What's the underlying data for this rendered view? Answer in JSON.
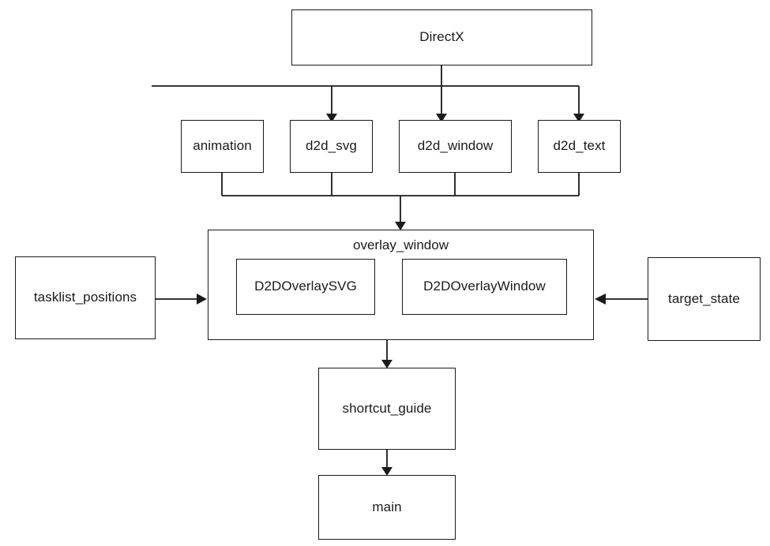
{
  "diagram": {
    "type": "flowchart",
    "title": "DirectX module dependency diagram",
    "orientation": "top-down",
    "background_color": "#ffffff",
    "line_color": "#1a1a1a",
    "text_color": "#1a1a1a",
    "nodes": {
      "directx": {
        "label": "DirectX"
      },
      "animation": {
        "label": "animation"
      },
      "d2d_svg": {
        "label": "d2d_svg"
      },
      "d2d_window": {
        "label": "d2d_window"
      },
      "d2d_text": {
        "label": "d2d_text"
      },
      "overlay_window": {
        "label": "overlay_window"
      },
      "d2d_overlay_svg": {
        "label": "D2DOverlaySVG"
      },
      "d2d_overlay_window": {
        "label": "D2DOverlayWindow"
      },
      "tasklist_positions": {
        "label": "tasklist_positions"
      },
      "target_state": {
        "label": "target_state"
      },
      "shortcut_guide": {
        "label": "shortcut_guide"
      },
      "main": {
        "label": "main"
      }
    },
    "edges": [
      {
        "from": "DirectX",
        "to": "d2d_svg",
        "arrow": "down"
      },
      {
        "from": "DirectX",
        "to": "d2d_window",
        "arrow": "down"
      },
      {
        "from": "DirectX",
        "to": "d2d_text",
        "arrow": "down"
      },
      {
        "from": "animation",
        "to": "overlay_window",
        "arrow": "down"
      },
      {
        "from": "d2d_svg",
        "to": "overlay_window",
        "arrow": "down"
      },
      {
        "from": "d2d_window",
        "to": "overlay_window",
        "arrow": "down"
      },
      {
        "from": "d2d_text",
        "to": "overlay_window",
        "arrow": "down"
      },
      {
        "from": "tasklist_positions",
        "to": "overlay_window",
        "arrow": "right"
      },
      {
        "from": "target_state",
        "to": "overlay_window",
        "arrow": "left"
      },
      {
        "from": "overlay_window",
        "to": "shortcut_guide",
        "arrow": "down"
      },
      {
        "from": "shortcut_guide",
        "to": "main",
        "arrow": "down"
      }
    ]
  }
}
